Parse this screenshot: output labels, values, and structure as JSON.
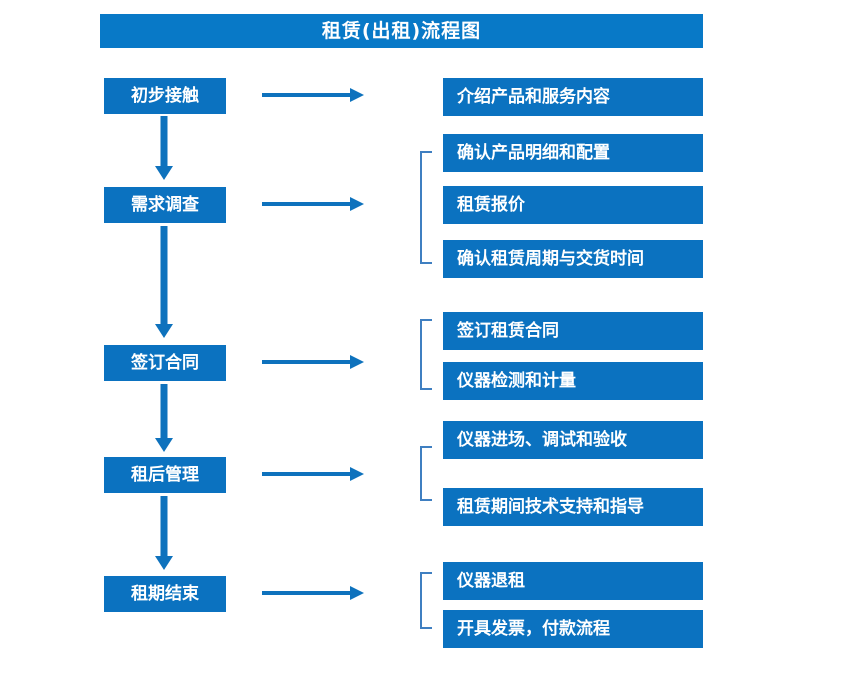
{
  "diagram": {
    "title": "租赁(出租)流程图",
    "colors": {
      "banner_blue": "#0879c7",
      "box_blue": "#0b72c0",
      "arrow_blue": "#0e72bd",
      "bracket_blue": "#3f7fc1",
      "text_white": "#ffffff",
      "background": "#ffffff"
    },
    "stages": [
      {
        "id": "stage-1",
        "label": "初步接触"
      },
      {
        "id": "stage-2",
        "label": "需求调查"
      },
      {
        "id": "stage-3",
        "label": "签订合同"
      },
      {
        "id": "stage-4",
        "label": "租后管理"
      },
      {
        "id": "stage-5",
        "label": "租期结束"
      }
    ],
    "details": [
      {
        "id": "detail-1-1",
        "label": "介绍产品和服务内容",
        "group": 1
      },
      {
        "id": "detail-2-1",
        "label": "确认产品明细和配置",
        "group": 2
      },
      {
        "id": "detail-2-2",
        "label": "租赁报价",
        "group": 2
      },
      {
        "id": "detail-2-3",
        "label": "确认租赁周期与交货时间",
        "group": 2
      },
      {
        "id": "detail-3-1",
        "label": "签订租赁合同",
        "group": 3
      },
      {
        "id": "detail-3-2",
        "label": "仪器检测和计量",
        "group": 3
      },
      {
        "id": "detail-4-1",
        "label": "仪器进场、调试和验收",
        "group": 4
      },
      {
        "id": "detail-4-2",
        "label": "租赁期间技术支持和指导",
        "group": 4
      },
      {
        "id": "detail-5-1",
        "label": "仪器退租",
        "group": 5
      },
      {
        "id": "detail-5-2",
        "label": "开具发票，付款流程",
        "group": 5
      }
    ],
    "flow_arrows_vertical": 4,
    "flow_arrows_horizontal": 5,
    "group_brackets": 4
  }
}
